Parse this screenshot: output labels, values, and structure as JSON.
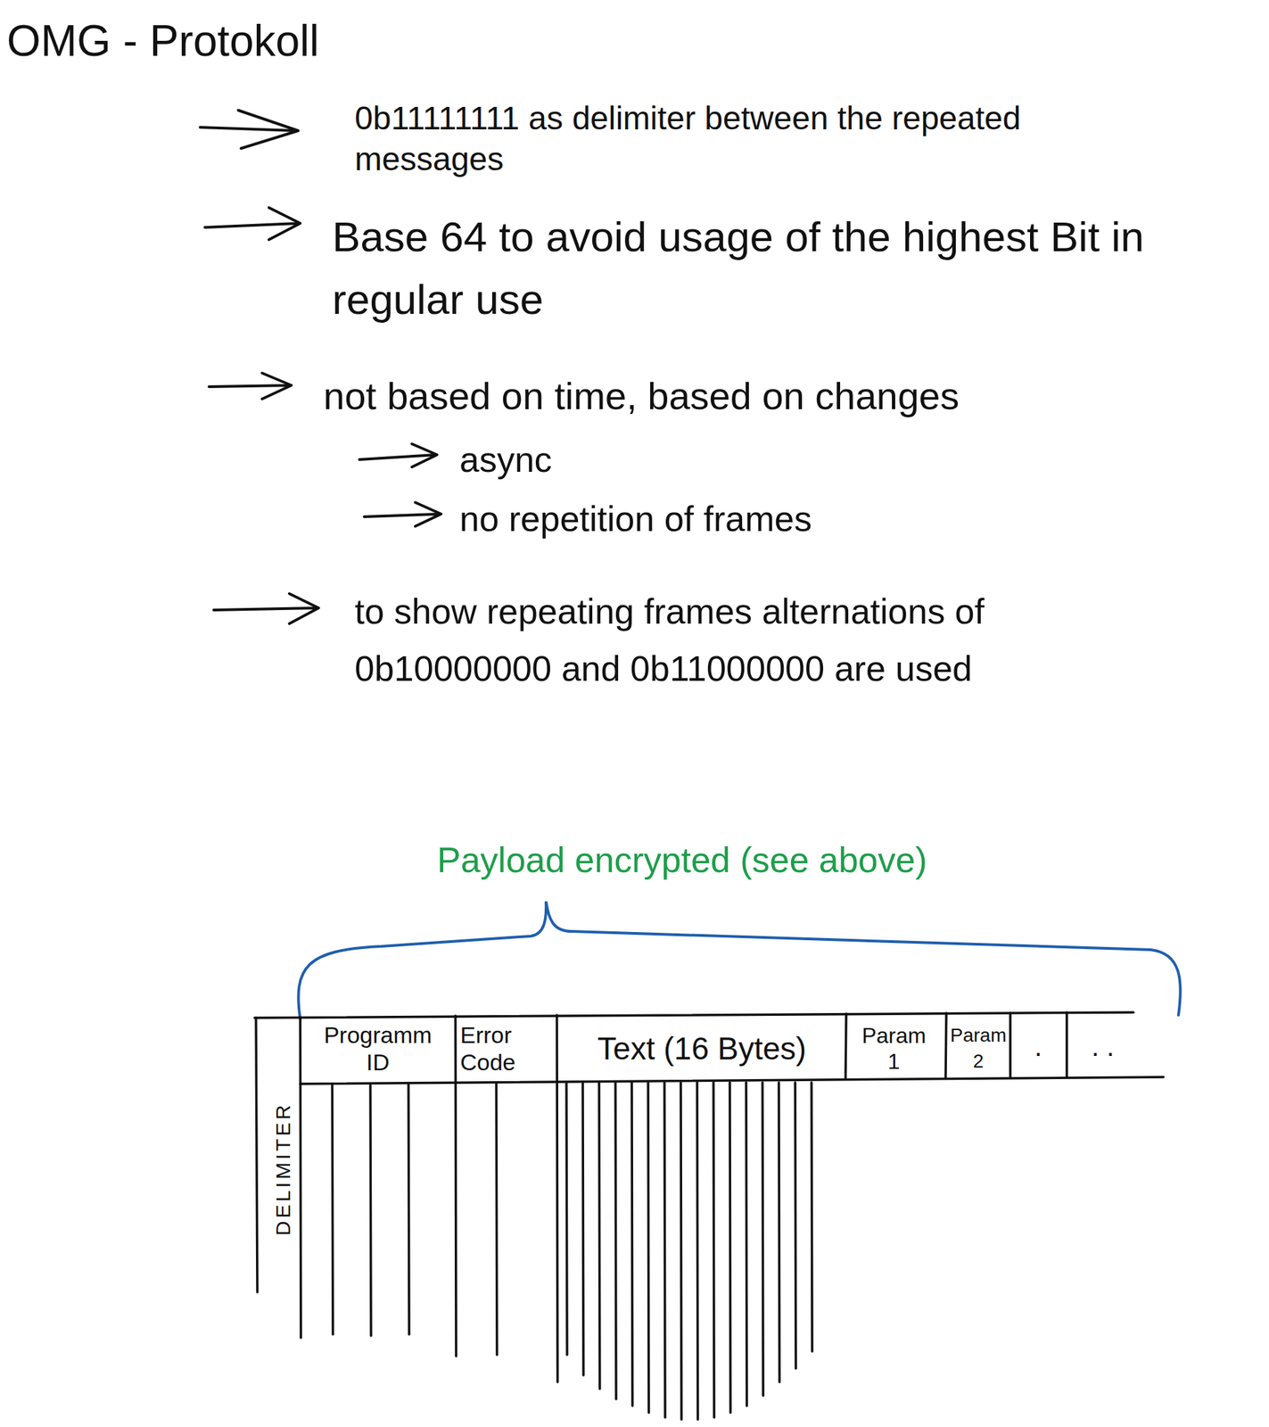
{
  "diagram": {
    "title": "OMG - Protokoll",
    "labels": [
      "0b11111111 as delimiter between the repeated messages",
      "Base 64 to avoid usage of the highest Bit in regular use",
      "not based on time, based on changes",
      "async",
      "no repetition of frames",
      "to show repeating frames alternations of 0b10000000 and 0b11000000 are used",
      "Payload encrypted (see above)",
      "DELIMITER",
      "Programm ID",
      "Error Code",
      "Text (16 Bytes)",
      "Param 1",
      "Param 2",
      ".",
      ". ."
    ]
  }
}
